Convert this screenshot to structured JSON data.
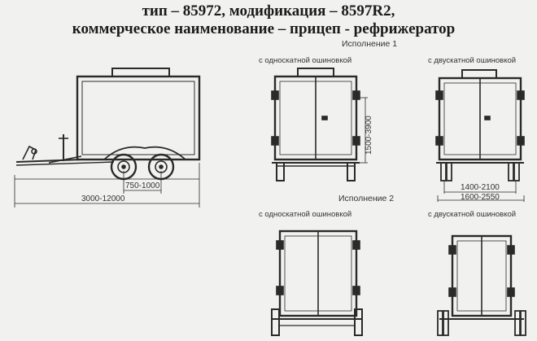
{
  "header": {
    "line1": "тип – 85972, модификация – 8597R2,",
    "line2": "коммерческое наименование – прицеп - рефрижератор"
  },
  "variant1": {
    "title": "Исполнение 1",
    "single_axle": "с односкатной ошиновкой",
    "dual_axle": "с двускатной ошиновкой"
  },
  "variant2": {
    "title": "Исполнение 2",
    "single_axle": "с односкатной ошиновкой",
    "dual_axle": "с двускатной ошиновкой"
  },
  "dimensions": {
    "wheelbase": "750-1000",
    "length": "3000-12000",
    "height": "1500-3900",
    "body_width": "1400-2100",
    "total_width": "1600-2550"
  }
}
